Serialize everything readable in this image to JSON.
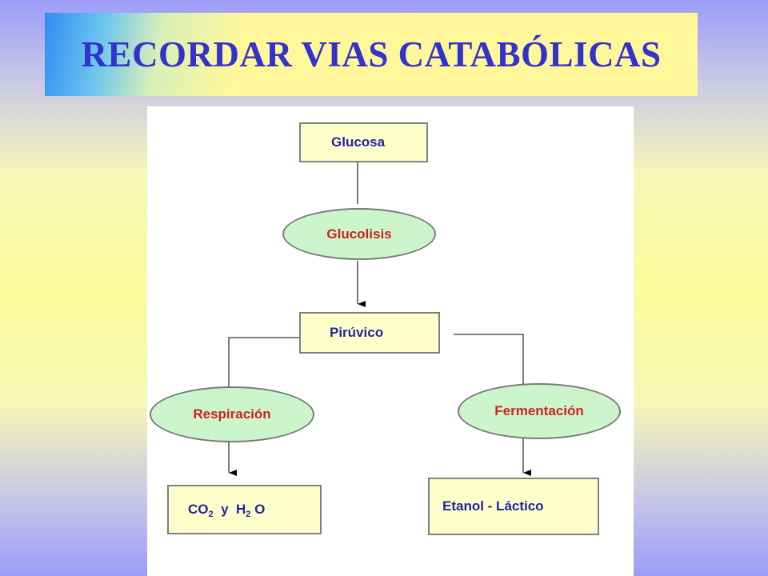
{
  "title": "RECORDAR VIAS CATABÓLICAS",
  "diagram": {
    "nodes": {
      "glucosa": "Glucosa",
      "glucolisis": "Glucolisis",
      "piruvico": "Pirúvico",
      "respiracion": "Respiración",
      "fermentacion": "Fermentación",
      "co2_h2o": {
        "co": "CO",
        "sub1": "2",
        "y": "y",
        "h": "H",
        "sub2": "2",
        "o": "O"
      },
      "etanol_lactico": "Etanol - Láctico"
    },
    "edges": [
      {
        "from": "glucosa",
        "to": "glucolisis"
      },
      {
        "from": "glucolisis",
        "to": "piruvico"
      },
      {
        "from": "piruvico",
        "to": "respiracion"
      },
      {
        "from": "piruvico",
        "to": "fermentacion"
      },
      {
        "from": "respiracion",
        "to": "co2_h2o"
      },
      {
        "from": "fermentacion",
        "to": "etanol_lactico"
      }
    ],
    "colors": {
      "box_fill": "#ffffcc",
      "box_text": "#2323a0",
      "ellipse_fill": "#ccf5cc",
      "ellipse_text": "#cc2222",
      "title_text": "#3333cc"
    }
  }
}
